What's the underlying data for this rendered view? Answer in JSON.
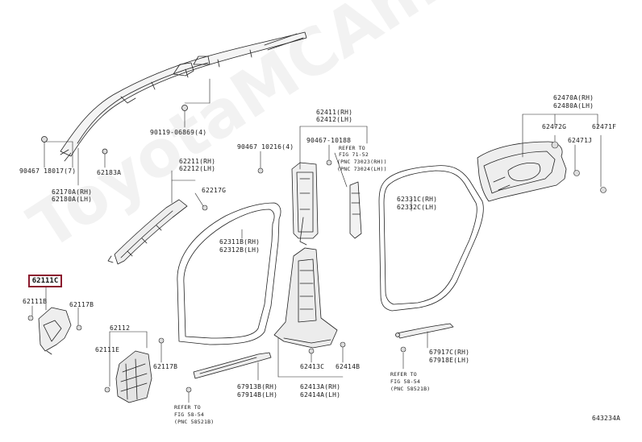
{
  "watermark": "ToyotaMCAmine.ru",
  "highlighted_part": "62111C",
  "labels": {
    "l_90467_18017": "90467 18017(7)",
    "l_62183A": "62183A",
    "l_62170A": "62170A(RH)",
    "l_62180A": "62180A(LH)",
    "l_90119": "90119-06869(4)",
    "l_62211": "62211(RH)",
    "l_62212": "62212(LH)",
    "l_62217G": "62217G",
    "l_62311B": "62311B(RH)",
    "l_62312B": "62312B(LH)",
    "l_90467_10216": "90467 10216(4)",
    "l_62411": "62411(RH)",
    "l_62412": "62412(LH)",
    "l_90467_10188": "90467-10188",
    "l_refer71_1": "REFER TO",
    "l_refer71_2": "FIG 71-52",
    "l_refer71_3": "(PNC 73023(RH))",
    "l_refer71_4": "(PNC 73024(LH))",
    "l_62331C": "62331C(RH)",
    "l_62332C": "62332C(LH)",
    "l_62470A": "62470A(RH)",
    "l_62480A": "62480A(LH)",
    "l_62472G": "62472G",
    "l_62471F": "62471F",
    "l_62471J": "62471J",
    "l_62111B": "62111B",
    "l_62117B_a": "62117B",
    "l_62112": "62112",
    "l_62111E": "62111E",
    "l_62117B_b": "62117B",
    "l_67913B": "67913B(RH)",
    "l_67914B": "67914B(LH)",
    "l_62413C": "62413C",
    "l_62414B": "62414B",
    "l_62413A": "62413A(RH)",
    "l_62414A": "62414A(LH)",
    "l_67917C": "67917C(RH)",
    "l_67918E": "67918E(LH)",
    "l_refer58a_1": "REFER TO",
    "l_refer58a_2": "FIG 58-54",
    "l_refer58a_3": "(PNC 58521B)",
    "l_refer58b_1": "REFER TO",
    "l_refer58b_2": "FIG 58-54",
    "l_refer58b_3": "(PNC 58521B)",
    "l_fig": "643234A"
  }
}
